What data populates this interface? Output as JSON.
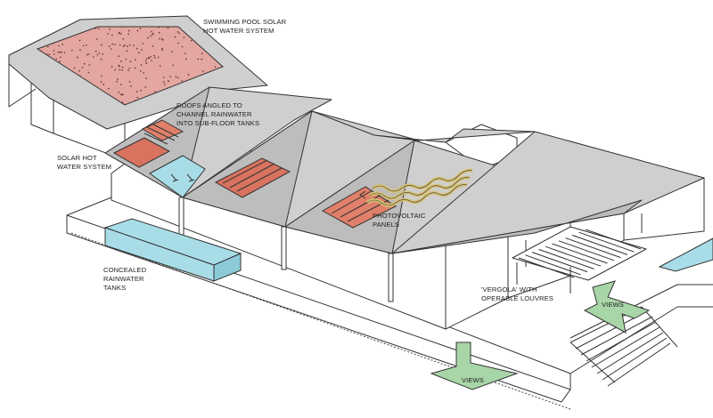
{
  "colors": {
    "roof": "#cfcfcf",
    "pool_collector": "#e3a6a0",
    "solar_panel": "#d9735f",
    "pv_panel": "#e0806a",
    "water": "#a8dde8",
    "views_arrow": "#a8d6a8",
    "sun_rays": "#d8c275"
  },
  "icons": [
    "views-arrow-icon",
    "rain-arrow-icon",
    "sun-rays-icon"
  ],
  "labels": {
    "pool_solar": [
      "SWIMMING POOL SOLAR",
      "HOT WATER SYSTEM"
    ],
    "roofs_angled": [
      "ROOFS ANGLED TO",
      "CHANNEL RAINWATER",
      "INTO SUB-FLOOR TANKS"
    ],
    "solar_hot_water": [
      "SOLAR HOT",
      "WATER SYSTEM"
    ],
    "photovoltaic": [
      "PHOTOVOLTAIC",
      "PANELS"
    ],
    "rainwater_tanks": [
      "CONCEALED",
      "RAINWATER",
      "TANKS"
    ],
    "vergola": [
      "'VERGOLA' WITH",
      "OPERABLE LOUVRES"
    ],
    "views_right": "VIEWS",
    "views_bottom": "VIEWS"
  }
}
